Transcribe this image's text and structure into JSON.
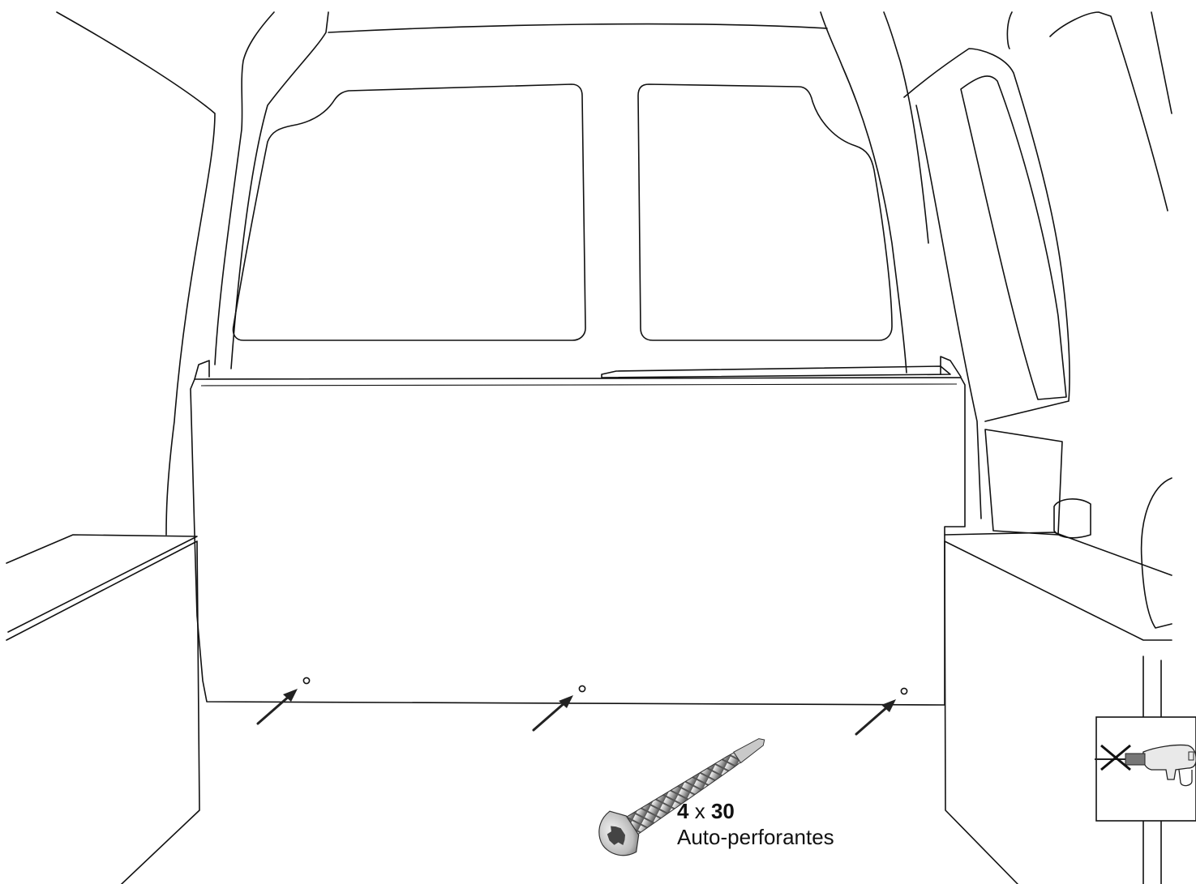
{
  "fastener": {
    "quantity": "4",
    "separator": "x",
    "length": "30",
    "type": "Auto-perforantes"
  },
  "icons": {
    "screw": "self-drilling-screw-icon",
    "no_drill": "no-drill-icon",
    "arrows": "arrow-icon",
    "holes": "screw-hole-marker"
  },
  "colors": {
    "panel_fill": "#d8d4d2",
    "line": "#111111",
    "background": "#ffffff"
  },
  "screw_points_count": 3
}
